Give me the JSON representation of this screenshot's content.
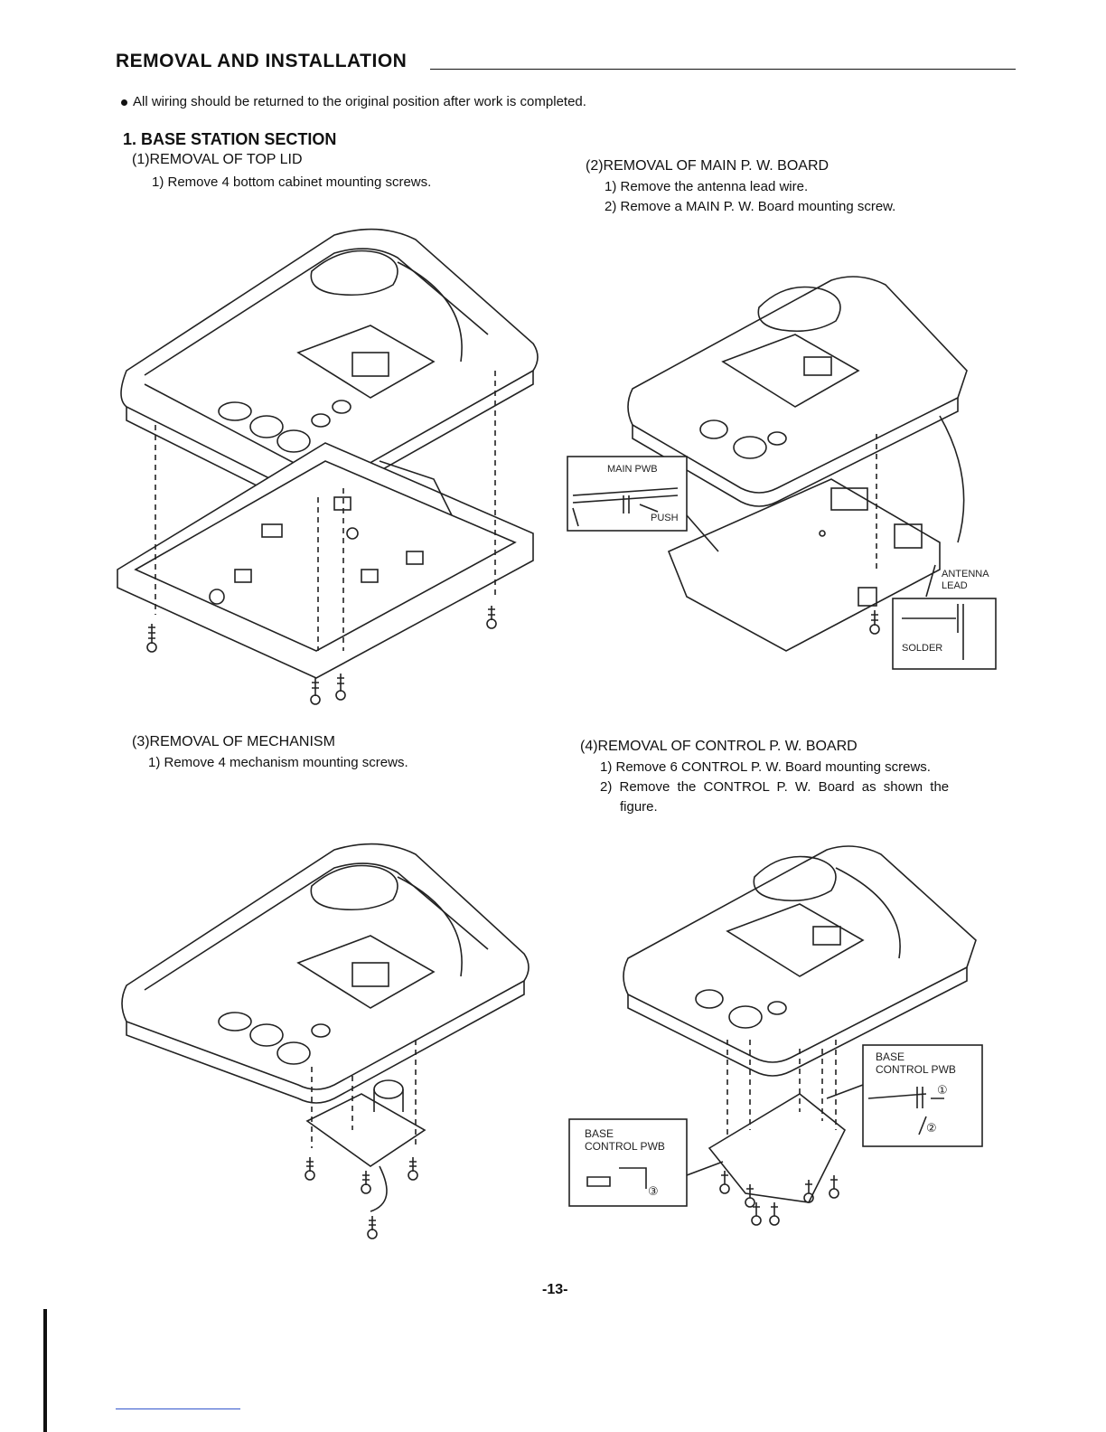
{
  "header": {
    "title": "REMOVAL AND INSTALLATION",
    "note": "All wiring should be returned to the original position after work is completed."
  },
  "section": {
    "title": "1. BASE STATION SECTION"
  },
  "procedures": [
    {
      "title": "(1)REMOVAL OF TOP LID",
      "steps": [
        "1) Remove 4 bottom cabinet mounting screws."
      ]
    },
    {
      "title": "(2)REMOVAL OF MAIN P. W. BOARD",
      "steps": [
        "1) Remove the antenna lead wire.",
        "2) Remove a MAIN P. W. Board mounting screw."
      ]
    },
    {
      "title": "(3)REMOVAL OF MECHANISM",
      "steps": [
        "1) Remove 4 mechanism mounting screws."
      ]
    },
    {
      "title": "(4)REMOVAL OF CONTROL P. W. BOARD",
      "steps": [
        "1) Remove 6 CONTROL P. W. Board mounting screws.",
        "2) Remove the CONTROL P. W. Board as shown the",
        "figure."
      ]
    }
  ],
  "figure_labels": {
    "main_pwb": "MAIN PWB",
    "push": "PUSH",
    "antenna": "ANTENNA",
    "lead": "LEAD",
    "solder": "SOLDER",
    "base": "BASE",
    "control_pwb": "CONTROL PWB",
    "circle1": "①",
    "circle2": "②",
    "circle3": "③"
  },
  "page_number": "-13-"
}
